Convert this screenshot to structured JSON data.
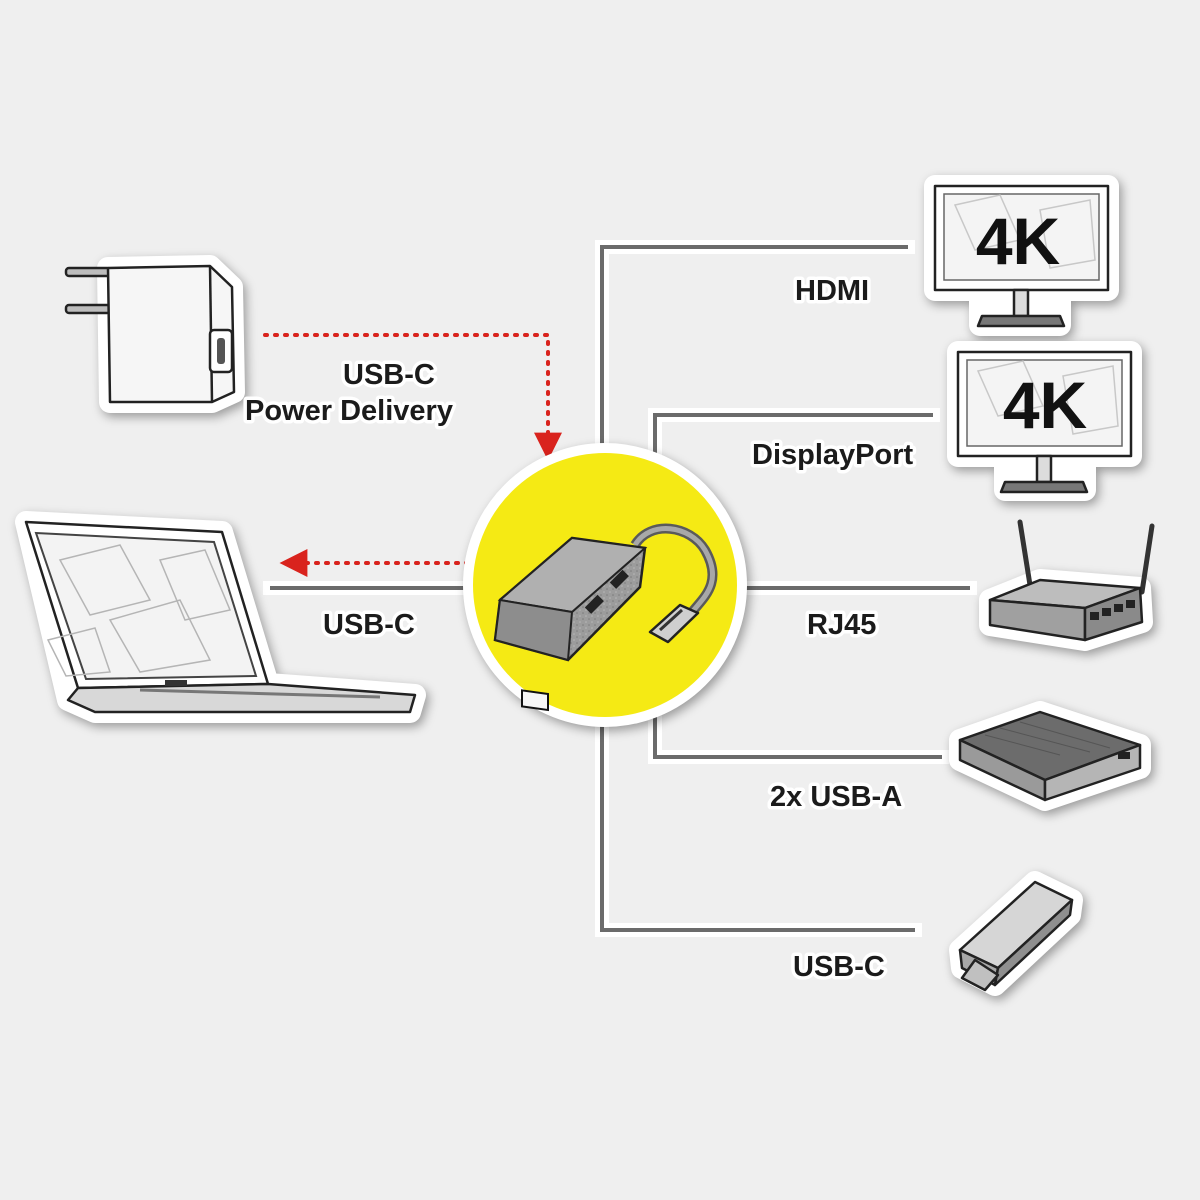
{
  "labels": {
    "hdmi": "HDMI",
    "displayport": "DisplayPort",
    "rj45": "RJ45",
    "usb_a": "2x USB-A",
    "usb_c_out": "USB-C",
    "usb_c_laptop": "USB-C",
    "power_line1": "USB-C",
    "power_line2": "Power Delivery"
  },
  "monitors": [
    {
      "resolution": "4K"
    },
    {
      "resolution": "4K"
    }
  ],
  "colors": {
    "hub_circle": "#f5ea14",
    "power_arrow": "#d9231d",
    "connector_line": "#6b6b6b",
    "background": "#efefef"
  },
  "icons": [
    "power-adapter-icon",
    "laptop-icon",
    "usb-c-hub-icon",
    "monitor-icon",
    "router-icon",
    "external-drive-icon",
    "usb-c-stick-icon"
  ]
}
